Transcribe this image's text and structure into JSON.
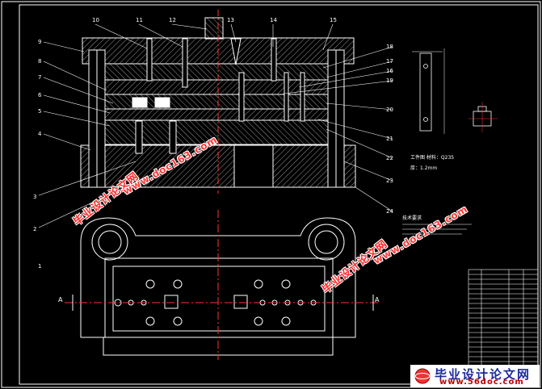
{
  "callouts_left": [
    "10",
    "11",
    "12",
    "13",
    "14",
    "15",
    "9",
    "8",
    "7",
    "6",
    "5",
    "4",
    "3",
    "2",
    "1"
  ],
  "callouts_right": [
    "18",
    "17",
    "16",
    "19",
    "20",
    "21",
    "22",
    "23",
    "24"
  ],
  "notes": {
    "workpiece": "工件图  材料：Q235",
    "thickness": "厚：1.2mm"
  },
  "tech_req_title": "技术要求",
  "section_marks": [
    "A",
    "A"
  ],
  "watermarks": {
    "cn": "毕业设计论文网",
    "url": "www.doc163.com"
  },
  "footer": {
    "cn": "毕业设计论文网",
    "url": "www.56doc.com"
  },
  "colors": {
    "background": "#000000",
    "frame": "#ffffff",
    "hatch": "#ffffff",
    "center_line": "#ff3333",
    "watermark": "#ff2a2a",
    "footer_blue": "#1a2a9a",
    "footer_red": "#c00000"
  }
}
